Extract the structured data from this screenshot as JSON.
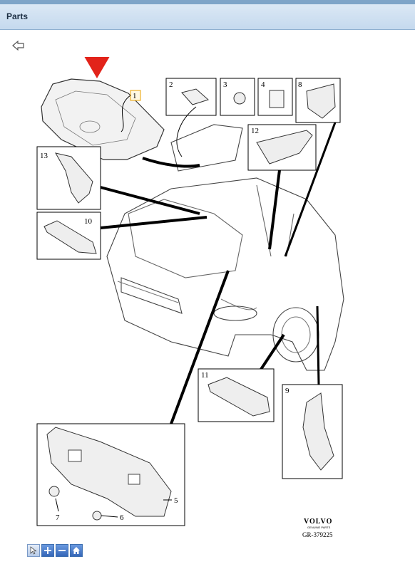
{
  "header": {
    "title": "Parts"
  },
  "diagram": {
    "callouts": [
      "1",
      "2",
      "3",
      "4",
      "5",
      "6",
      "7",
      "8",
      "9",
      "10",
      "11",
      "12",
      "13"
    ],
    "brand": "VOLVO",
    "brand_sub": "GENUINE PARTS",
    "ref": "GR-379225"
  },
  "toolbar": {
    "buttons": [
      {
        "icon": "pointer-icon"
      },
      {
        "icon": "zoom-in-icon"
      },
      {
        "icon": "zoom-out-icon"
      },
      {
        "icon": "home-icon"
      }
    ]
  },
  "colors": {
    "header_bg": "#c5d9ee",
    "arrow": "#e2231a",
    "callout_highlight": "#e8a000"
  }
}
